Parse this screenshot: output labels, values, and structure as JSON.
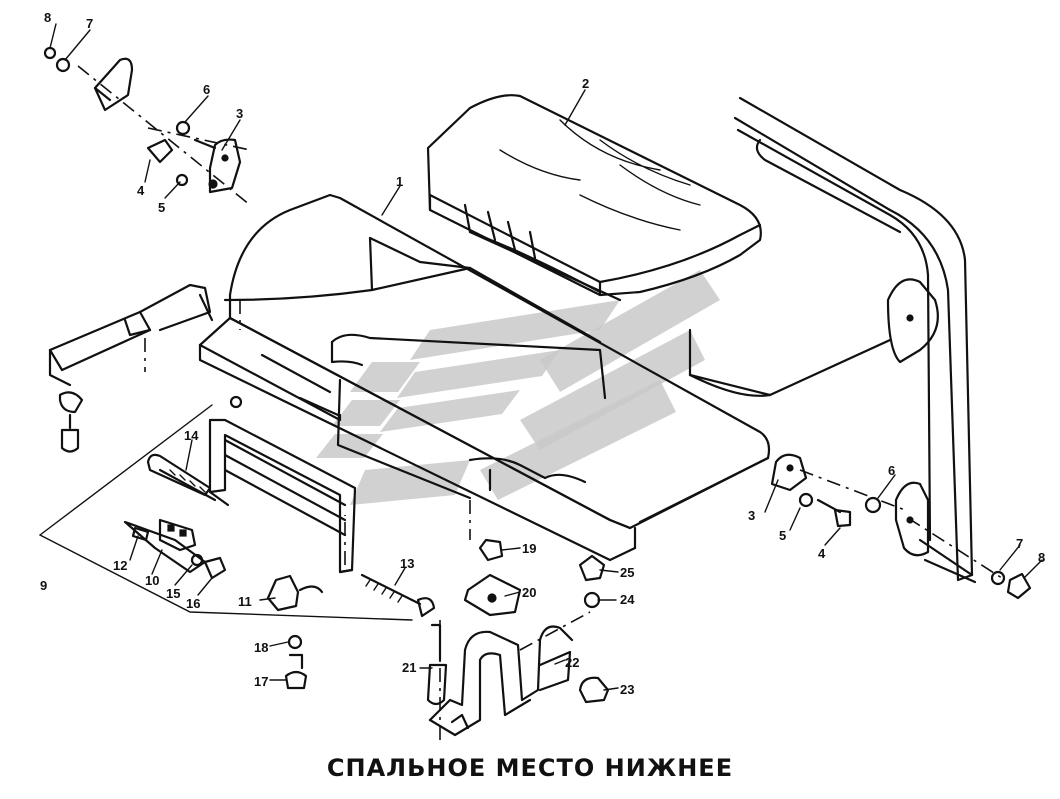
{
  "caption": "СПАЛЬНОЕ МЕСТО НИЖНЕЕ",
  "callouts": [
    {
      "id": "c8a",
      "text": "8"
    },
    {
      "id": "c7a",
      "text": "7"
    },
    {
      "id": "c6a",
      "text": "6"
    },
    {
      "id": "c3a",
      "text": "3"
    },
    {
      "id": "c4a",
      "text": "4"
    },
    {
      "id": "c5a",
      "text": "5"
    },
    {
      "id": "c2",
      "text": "2"
    },
    {
      "id": "c1",
      "text": "1"
    },
    {
      "id": "c14",
      "text": "14"
    },
    {
      "id": "c9",
      "text": "9"
    },
    {
      "id": "c12",
      "text": "12"
    },
    {
      "id": "c10",
      "text": "10"
    },
    {
      "id": "c15",
      "text": "15"
    },
    {
      "id": "c16",
      "text": "16"
    },
    {
      "id": "c11",
      "text": "11"
    },
    {
      "id": "c13",
      "text": "13"
    },
    {
      "id": "c18",
      "text": "18"
    },
    {
      "id": "c17",
      "text": "17"
    },
    {
      "id": "c21",
      "text": "21"
    },
    {
      "id": "c19",
      "text": "19"
    },
    {
      "id": "c20",
      "text": "20"
    },
    {
      "id": "c22",
      "text": "22"
    },
    {
      "id": "c23",
      "text": "23"
    },
    {
      "id": "c25",
      "text": "25"
    },
    {
      "id": "c24",
      "text": "24"
    },
    {
      "id": "c3b",
      "text": "3"
    },
    {
      "id": "c5b",
      "text": "5"
    },
    {
      "id": "c4b",
      "text": "4"
    },
    {
      "id": "c6b",
      "text": "6"
    },
    {
      "id": "c7b",
      "text": "7"
    },
    {
      "id": "c8b",
      "text": "8"
    }
  ]
}
